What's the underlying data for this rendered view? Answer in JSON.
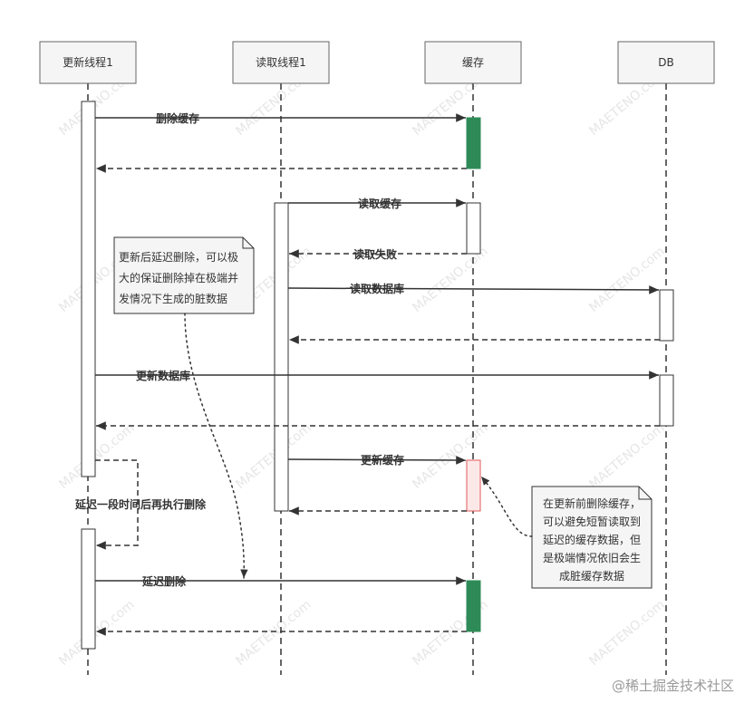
{
  "participants": [
    {
      "id": "writer",
      "label": "更新线程1"
    },
    {
      "id": "reader",
      "label": "读取线程1"
    },
    {
      "id": "cache",
      "label": "缓存"
    },
    {
      "id": "db",
      "label": "DB"
    }
  ],
  "messages": {
    "delete_cache": "删除缓存",
    "read_cache": "读取缓存",
    "read_fail": "读取失败",
    "read_db": "读取数据库",
    "update_db": "更新数据库",
    "update_cache": "更新缓存",
    "delay_wait": "延迟一段时间后再执行删除",
    "delayed_delete": "延迟删除"
  },
  "notes": {
    "left": [
      "更新后延迟删除，可以极",
      "大的保证删除掉在极端并",
      "发情况下生成的脏数据"
    ],
    "right": [
      "在更新前删除缓存，",
      "可以避免短暂读取到",
      "延迟的缓存数据，但",
      "是极端情况依旧会生",
      "成脏缓存数据"
    ]
  },
  "watermark": "MAETENO.com",
  "credit": "@稀土掘金技术社区",
  "colors": {
    "participant_fill": "#f5f5f5",
    "line": "#333333",
    "cache_write": "#2e8b57",
    "stale_fill": "#fde8e8",
    "stale_stroke": "#e05a5a",
    "note_fill": "#f5f5f5"
  }
}
